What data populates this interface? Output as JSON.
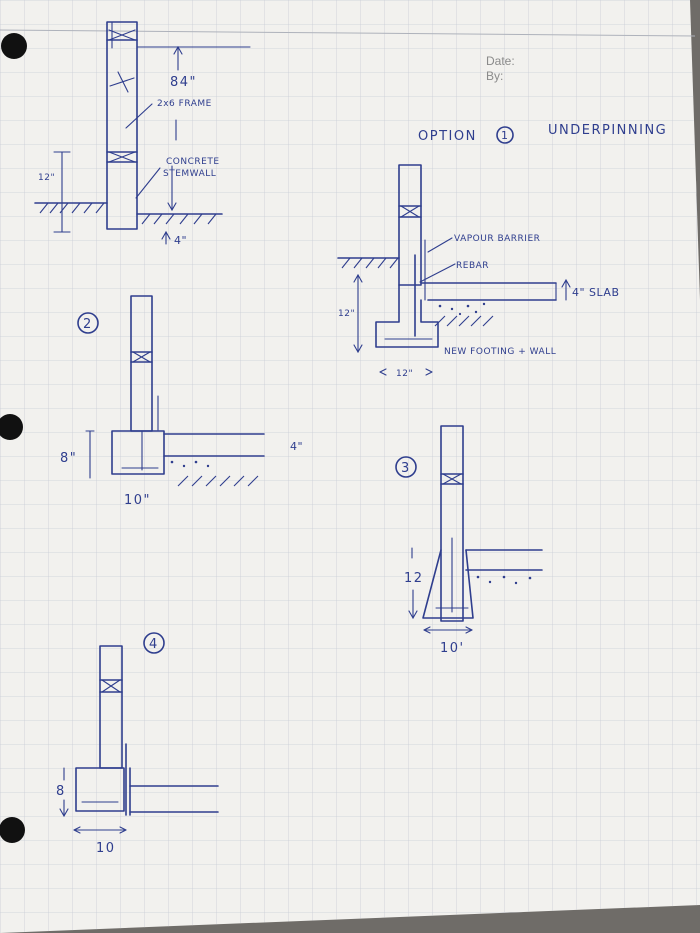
{
  "header": {
    "date_label": "Date:",
    "by_label": "By:"
  },
  "title": {
    "option_text": "OPTION",
    "option_number": "1",
    "subject": "UNDERPINNING"
  },
  "existing": {
    "dim_top": "84\"",
    "frame_label": "2x6 FRAME",
    "concrete_line1": "CONCRETE",
    "concrete_line2": "STEMWALL",
    "dim_left": "12\"",
    "dim_bottom": "4\""
  },
  "option1": {
    "vapour_label": "VAPOUR BARRIER",
    "rebar_label": "REBAR",
    "slab_label": "4\" SLAB",
    "dim_height": "12\"",
    "footing_label": "NEW FOOTING + WALL",
    "dim_width": "12\""
  },
  "option2": {
    "number": "2",
    "dim_height": "8\"",
    "dim_width": "10\"",
    "dim_slab": "4\""
  },
  "option3": {
    "number": "3",
    "dim_height": "12",
    "dim_width": "10'"
  },
  "option4": {
    "number": "4",
    "dim_height": "8",
    "dim_width": "10"
  },
  "colors": {
    "ink": "#2f3e8e",
    "paper": "#f2f1ee",
    "grid": "#c9cdd6",
    "background": "#6f6c68"
  }
}
